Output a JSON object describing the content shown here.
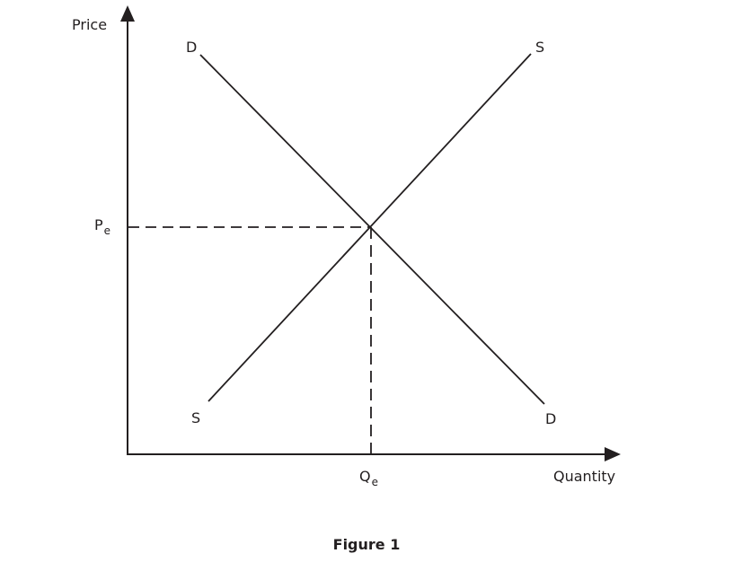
{
  "figure": {
    "caption": "Figure 1",
    "axes": {
      "y_label": "Price",
      "x_label": "Quantity"
    },
    "curves": [
      {
        "name": "Demand",
        "label_start": "D",
        "label_end": "D",
        "slope": "negative"
      },
      {
        "name": "Supply",
        "label_start": "S",
        "label_end": "S",
        "slope": "positive"
      }
    ],
    "equilibrium": {
      "price_label": "P",
      "price_subscript": "e",
      "quantity_label": "Q",
      "quantity_subscript": "e"
    },
    "colors": {
      "line": "#231f20",
      "background": "#ffffff"
    }
  },
  "chart_data": {
    "type": "line",
    "title": "Figure 1",
    "xlabel": "Quantity",
    "ylabel": "Price",
    "series": [
      {
        "name": "D",
        "points": [
          [
            0.3,
            0.9
          ],
          [
            1.7,
            -0.9
          ]
        ],
        "description": "Downward-sloping demand curve"
      },
      {
        "name": "S",
        "points": [
          [
            0.3,
            -0.9
          ],
          [
            1.7,
            0.9
          ]
        ],
        "description": "Upward-sloping supply curve"
      }
    ],
    "annotations": [
      {
        "text": "Pe",
        "type": "dashed horizontal line from y-axis to equilibrium"
      },
      {
        "text": "Qe",
        "type": "dashed vertical line from x-axis to equilibrium"
      }
    ],
    "equilibrium_point": {
      "x_label": "Qe",
      "y_label": "Pe"
    },
    "grid": false,
    "legend": "none (curves labeled directly at ends)"
  }
}
